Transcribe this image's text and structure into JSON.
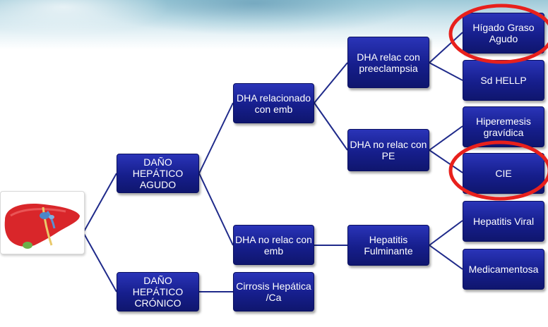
{
  "diagram": {
    "nodes": {
      "dano_agudo": "DAÑO HEPÁTICO AGUDO",
      "dano_cronico": "DAÑO HEPÁTICO CRÓNICO",
      "dha_rel_emb": "DHA relacionado con emb",
      "dha_no_rel_emb": "DHA no relac con emb",
      "cirrosis": "Cirrosis Hepática /Ca",
      "dha_rel_pe": "DHA relac con preeclampsia",
      "dha_no_rel_pe": "DHA no relac con PE",
      "hep_fulminante": "Hepatitis Fulminante",
      "higado_graso": "Hígado Graso Agudo",
      "hellp": "Sd HELLP",
      "hiperemesis": "Hiperemesis gravídica",
      "cie": "CIE",
      "hep_viral": "Hepatitis Viral",
      "medicamentosa": "Medicamentosa"
    },
    "highlighted": [
      "higado_graso",
      "cie"
    ],
    "colors": {
      "node_fill": "#161e8c",
      "connector": "#1f2a8a",
      "highlight_ring": "#e8201c",
      "liver": "#d9262a"
    },
    "icons": {
      "root": "liver-icon"
    }
  }
}
